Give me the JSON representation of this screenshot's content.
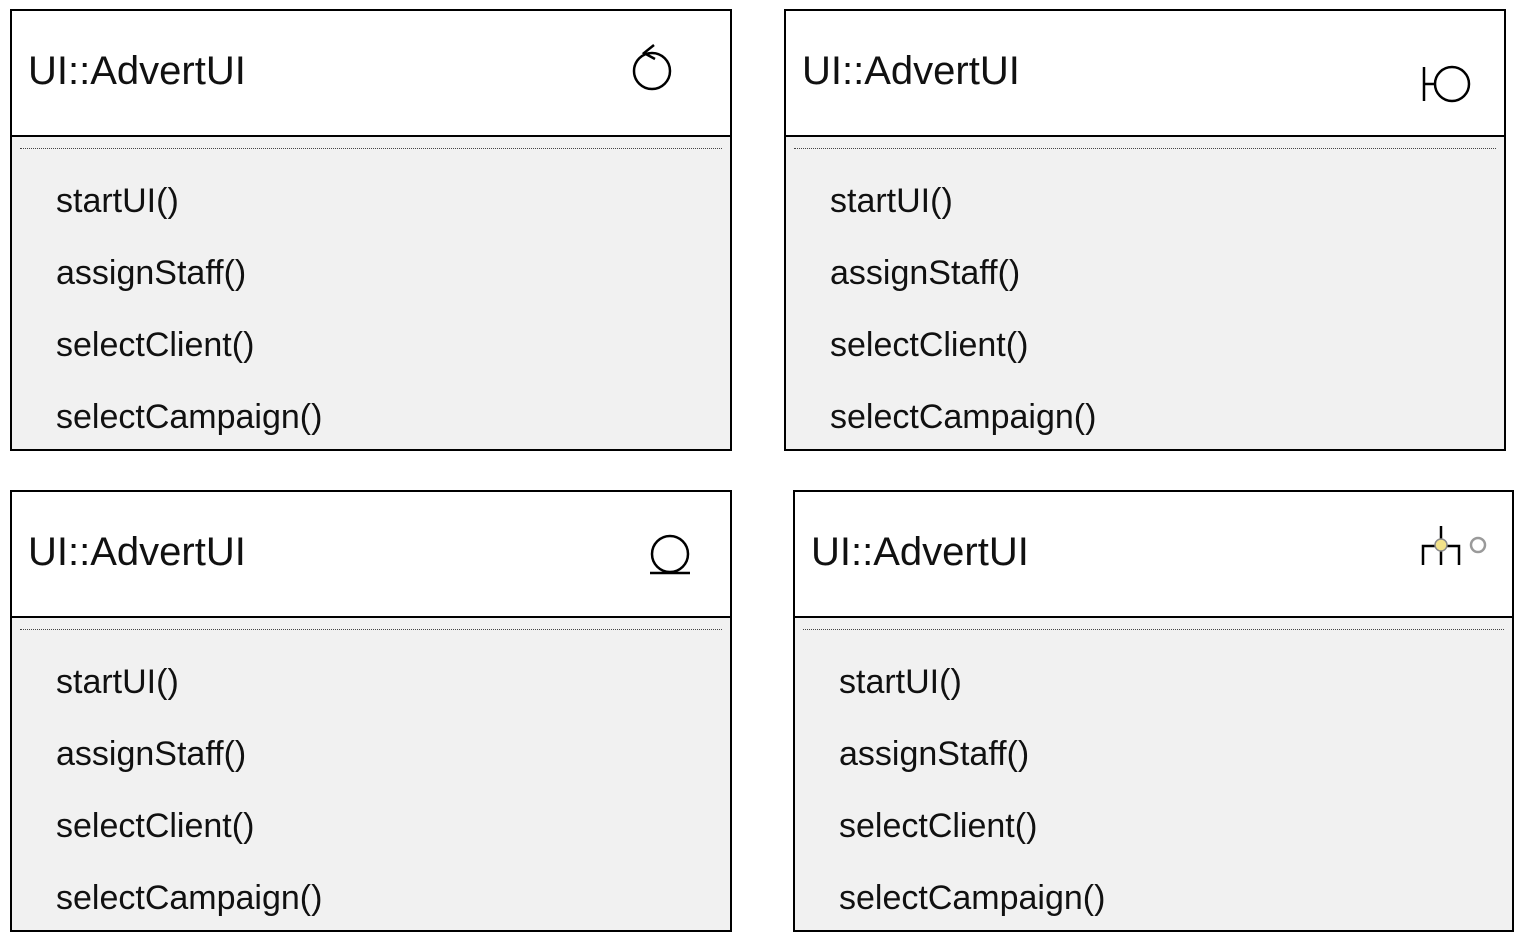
{
  "classes": [
    {
      "name": "UI::AdvertUI",
      "icon": "control-icon",
      "operations": [
        "startUI()",
        "assignStaff()",
        "selectClient()",
        "selectCampaign()"
      ]
    },
    {
      "name": "UI::AdvertUI",
      "icon": "boundary-icon",
      "operations": [
        "startUI()",
        "assignStaff()",
        "selectClient()",
        "selectCampaign()"
      ]
    },
    {
      "name": "UI::AdvertUI",
      "icon": "entity-icon",
      "operations": [
        "startUI()",
        "assignStaff()",
        "selectClient()",
        "selectCampaign()"
      ]
    },
    {
      "name": "UI::AdvertUI",
      "icon": "boundary-handle-icon",
      "operations": [
        "startUI()",
        "assignStaff()",
        "selectClient()",
        "selectCampaign()"
      ]
    }
  ],
  "colors": {
    "border": "#000000",
    "header_bg": "#ffffff",
    "body_bg": "#f1f1f1",
    "handle_fill": "#f2e28a",
    "handle_ring": "#9a9a9a"
  }
}
